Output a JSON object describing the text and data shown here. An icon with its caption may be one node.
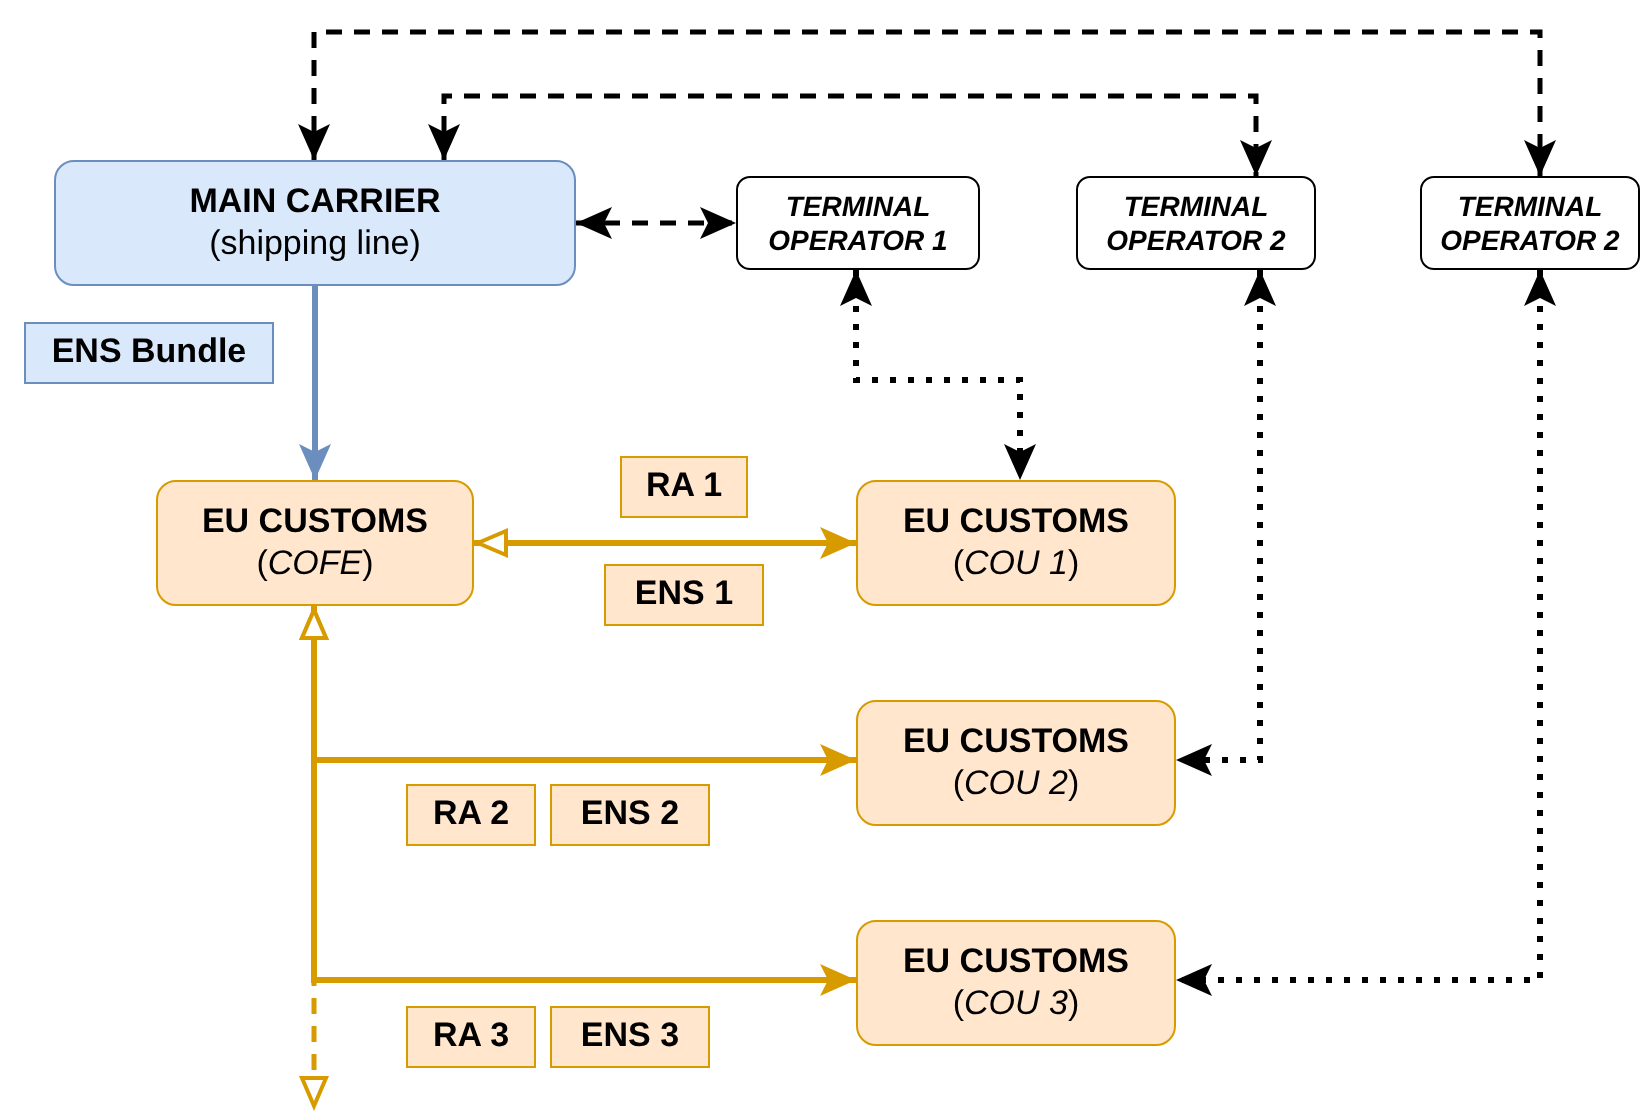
{
  "diagram": {
    "nodes": [
      {
        "text": [
          "MAIN CARRIER",
          "(shipping line)"
        ]
      },
      {
        "text": [
          "TERMINAL OPERATOR 1"
        ]
      },
      {
        "text": [
          "TERMINAL OPERATOR 2"
        ]
      },
      {
        "text": [
          "TERMINAL OPERATOR 2"
        ]
      },
      {
        "text": [
          "ENS Bundle"
        ]
      },
      {
        "text": [
          "EU CUSTOMS",
          "(*COFE*)"
        ]
      },
      {
        "text": [
          "EU CUSTOMS",
          "(*COU 1*)"
        ]
      },
      {
        "text": [
          "EU CUSTOMS",
          "(*COU 2*)"
        ]
      },
      {
        "text": [
          "EU CUSTOMS",
          "(*COU 3*)"
        ]
      },
      {
        "text": [
          "RA 1"
        ]
      },
      {
        "text": [
          "ENS 1"
        ]
      },
      {
        "text": [
          "RA 2"
        ]
      },
      {
        "text": [
          "ENS 2"
        ]
      },
      {
        "text": [
          "RA 3"
        ]
      },
      {
        "text": [
          "ENS 3"
        ]
      }
    ],
    "edges": [
      {
        "from": 0,
        "to": 5,
        "arrow": "to",
        "color": "#6c8ebf"
      },
      {
        "from": 0,
        "to": 1,
        "arrow": "both",
        "style": "dashed"
      },
      {
        "from": 0,
        "to": 3,
        "arrow": "both",
        "style": "dashed"
      },
      {
        "from": 0,
        "to": 2,
        "arrow": "both",
        "style": "dashed"
      },
      {
        "from": 1,
        "to": 6,
        "arrow": "both",
        "style": "dashed"
      },
      {
        "from": 2,
        "to": 7,
        "arrow": "both",
        "style": "dashed"
      },
      {
        "from": 3,
        "to": 8,
        "arrow": "both",
        "style": "dashed"
      },
      {
        "from": 5,
        "to": 6,
        "arrow": "both",
        "color": "#d79b00"
      },
      {
        "from": 5,
        "to": 7,
        "arrow": "both",
        "color": "#d79b00"
      },
      {
        "from": 5,
        "to": 8,
        "arrow": "both",
        "color": "#d79b00"
      },
      {
        "from": 5,
        "to": null,
        "arrow": "to",
        "style": "dashed",
        "color": "#d79b00"
      }
    ]
  }
}
